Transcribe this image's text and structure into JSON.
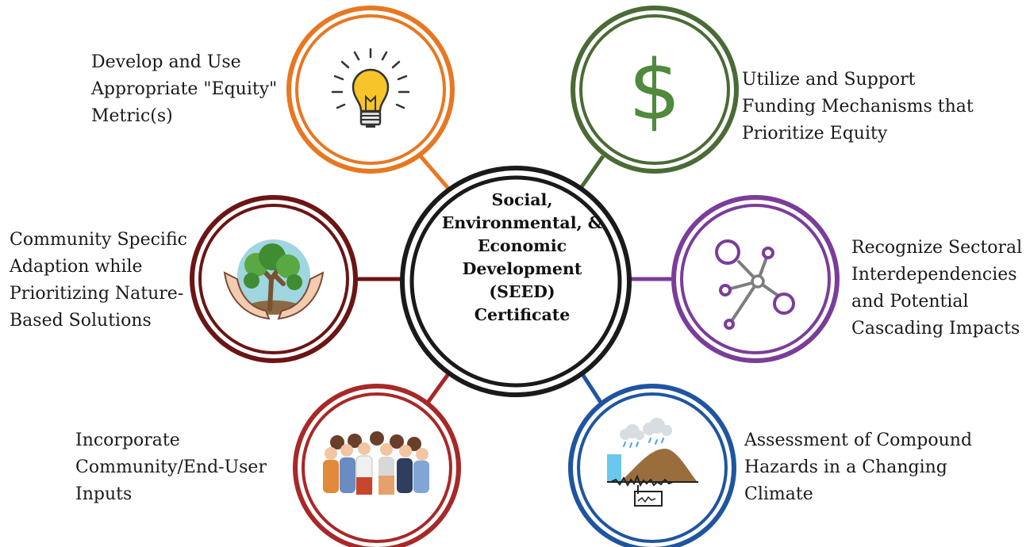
{
  "center": {
    "lines": [
      "Social,",
      "Environmental, &",
      "Economic",
      "Development",
      "(SEED)",
      "Certificate"
    ],
    "color": "#1a1a1a"
  },
  "nodes": [
    {
      "id": "equity-metric",
      "lines": [
        "Develop and Use",
        "Appropriate \"Equity\"",
        "Metric(s)"
      ],
      "color": "#e87722",
      "icon": "lightbulb-icon"
    },
    {
      "id": "funding",
      "lines": [
        "Utilize and Support",
        "Funding Mechanisms that",
        "Prioritize Equity"
      ],
      "color": "#4a6b35",
      "icon": "dollar-sign-icon"
    },
    {
      "id": "nature-based",
      "lines": [
        "Community Specific",
        "Adaption while",
        "Prioritizing Nature-",
        "Based Solutions"
      ],
      "color": "#6b1515",
      "icon": "hands-tree-icon"
    },
    {
      "id": "interdependencies",
      "lines": [
        "Recognize Sectoral",
        "Interdependencies",
        "and Potential",
        "Cascading Impacts"
      ],
      "color": "#7a3d9a",
      "icon": "network-icon"
    },
    {
      "id": "community-inputs",
      "lines": [
        "Incorporate",
        "Community/End-User",
        "Inputs"
      ],
      "color": "#a82828",
      "icon": "people-group-icon"
    },
    {
      "id": "compound-hazards",
      "lines": [
        "Assessment of Compound",
        "Hazards in a Changing",
        "Climate"
      ],
      "color": "#1f55a0",
      "icon": "hazard-landscape-icon"
    }
  ]
}
